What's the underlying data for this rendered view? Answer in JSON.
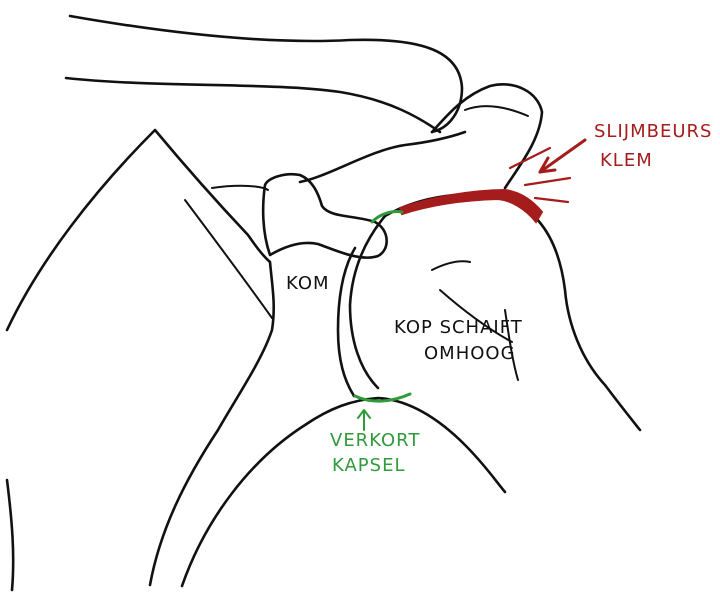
{
  "labels": {
    "kom": "KOM",
    "kop_line1": "KOP SCHAIFT",
    "kop_line2": "OMHOOG",
    "slijmbeurs_line1": "SLIJMBEURS",
    "slijmbeurs_line2": "KLEM",
    "verkort_line1": "VERKORT",
    "verkort_line2": "KAPSEL"
  },
  "colors": {
    "outline": "#111111",
    "bursa": "#a51c1c",
    "capsule": "#2f9a3a",
    "background": "#ffffff"
  }
}
